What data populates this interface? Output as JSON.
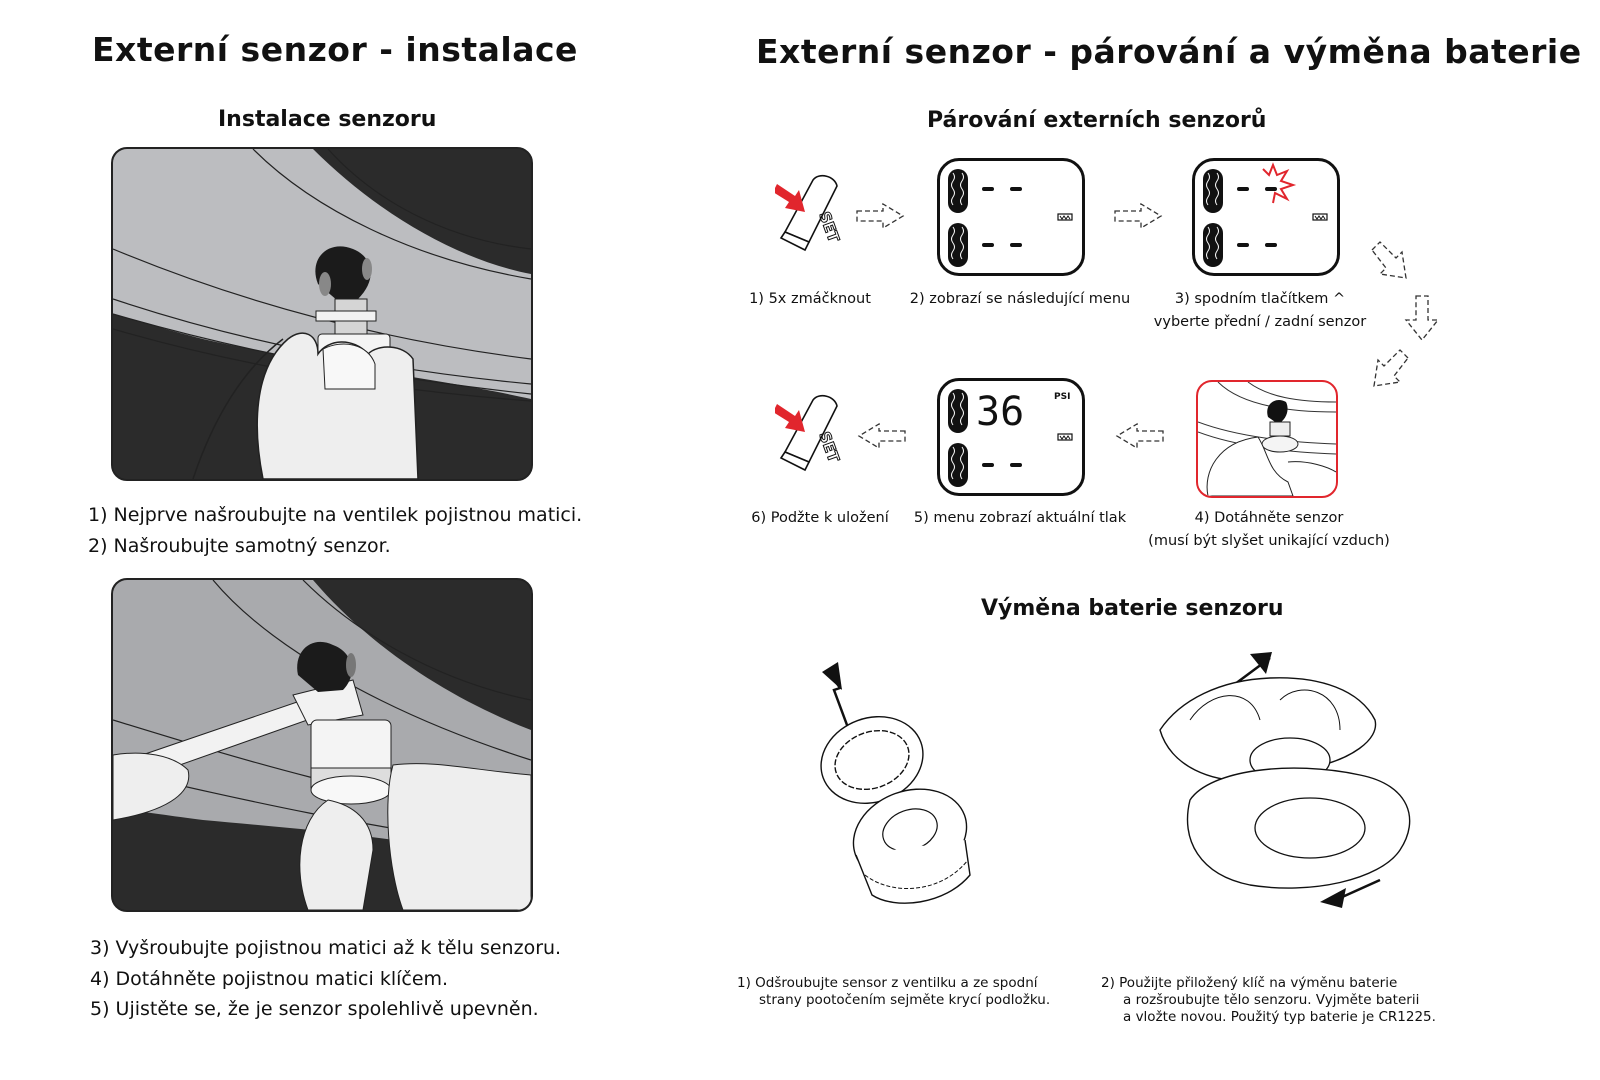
{
  "left": {
    "title": "Externí senzor - instalace",
    "section_title": "Instalace senzoru",
    "steps_a": [
      "1) Nejprve našroubujte na ventilek pojistnou matici.",
      "2) Našroubujte samotný senzor."
    ],
    "steps_b": [
      "3) Vyšroubujte pojistnou matici až k tělu senzoru.",
      "4) Dotáhněte pojistnou matici klíčem.",
      "5) Ujistěte se, že je senzor spolehlivě upevněn."
    ]
  },
  "right": {
    "title": "Externí senzor - párování a výměna baterie",
    "pairing": {
      "section_title": "Párování externích senzorů",
      "set_button_label": "SET",
      "lcd_unit": "PSI",
      "lcd_dash": "- -",
      "lcd_value": "36",
      "steps": [
        {
          "label_lines": [
            "1) 5x zmáčknout"
          ]
        },
        {
          "label_lines": [
            "2) zobrazí se následující menu"
          ]
        },
        {
          "label_lines": [
            "3) spodním tlačítkem ^",
            "vyberte přední / zadní senzor"
          ]
        },
        {
          "label_lines": [
            "4) Dotáhněte senzor",
            "(musí být slyšet unikající vzduch)"
          ]
        },
        {
          "label_lines": [
            "5) menu zobrazí aktuální tlak"
          ]
        },
        {
          "label_lines": [
            "6) Podžte k uložení"
          ]
        }
      ]
    },
    "battery": {
      "section_title": "Výměna baterie senzoru",
      "captions": [
        {
          "lines": [
            "1) Odšroubujte sensor z ventilku a ze spodní",
            "strany pootočením sejměte krycí podložku."
          ]
        },
        {
          "lines": [
            "2) Použijte přiložený klíč na výměnu baterie",
            "a rozšroubujte tělo senzoru. Vyjměte baterii",
            "a vložte novou. Použitý typ baterie je CR1225."
          ]
        }
      ]
    }
  },
  "colors": {
    "accent_red": "#e1262d",
    "dark_gray": "#2b2b2b",
    "mid_gray": "#bdbec0",
    "light_gray": "#eeeeee"
  }
}
